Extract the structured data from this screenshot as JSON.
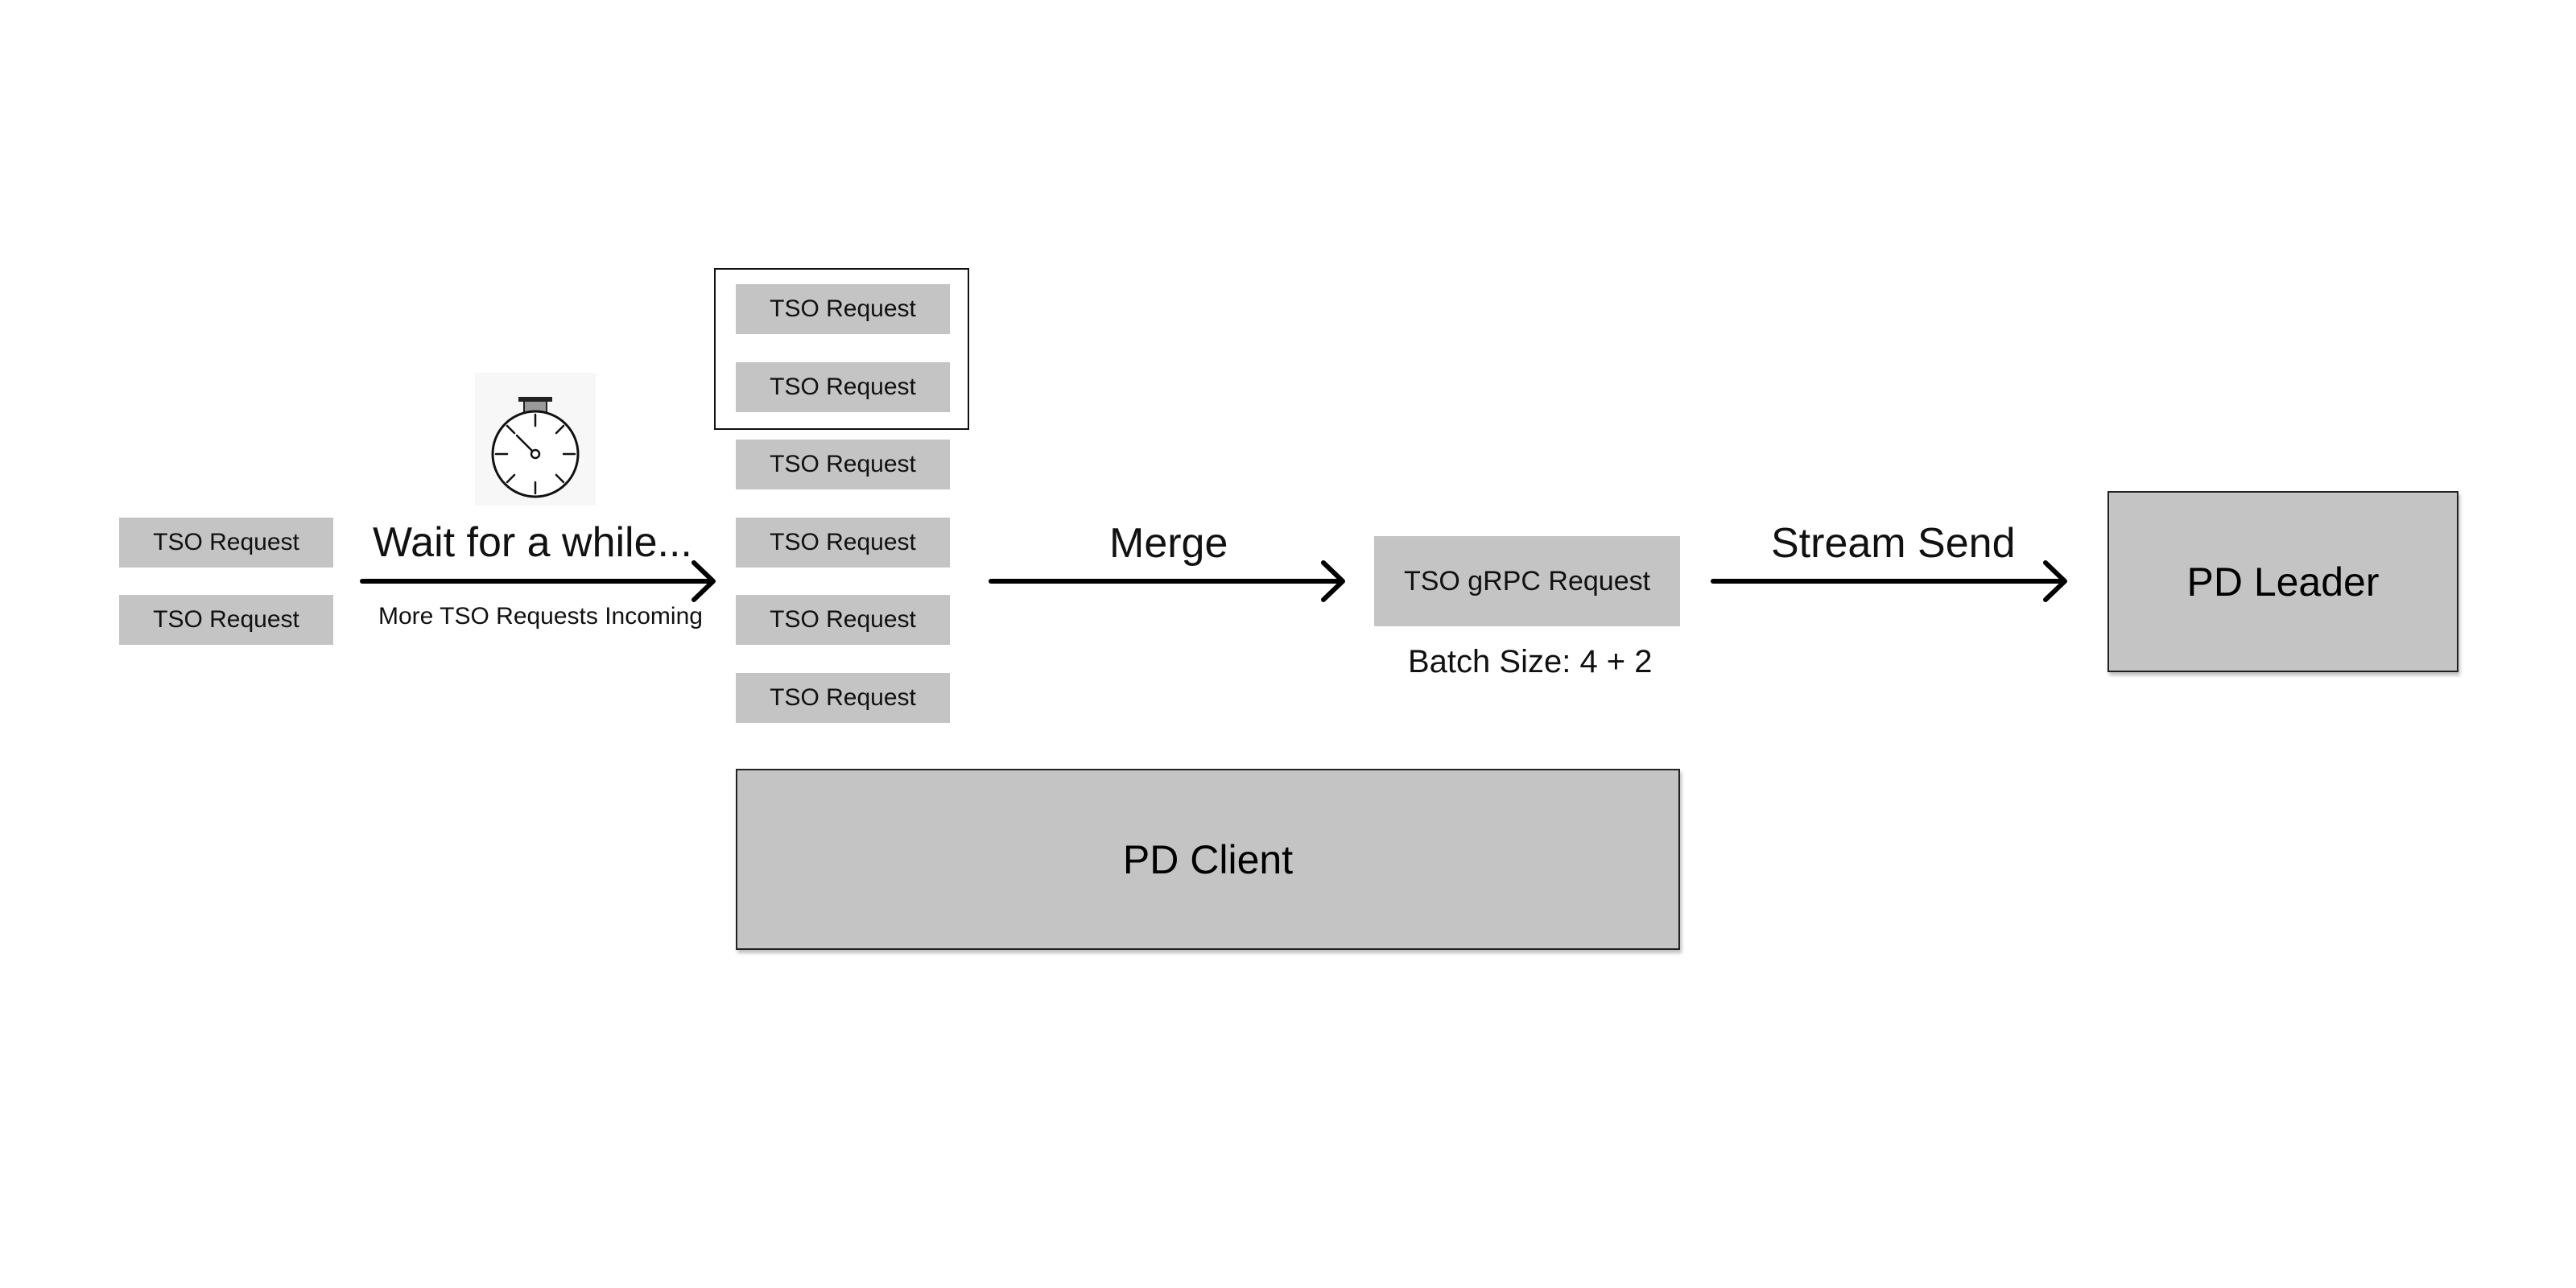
{
  "left_requests": [
    "TSO Request",
    "TSO Request"
  ],
  "column_requests": [
    "TSO Request",
    "TSO Request",
    "TSO Request",
    "TSO Request",
    "TSO Request",
    "TSO Request"
  ],
  "wait_label": "Wait for a while...",
  "incoming_label": "More TSO Requests Incoming",
  "merge_label": "Merge",
  "grpc_request_label": "TSO gRPC Request",
  "batch_size_label": "Batch Size: 4 + 2",
  "stream_send_label": "Stream Send",
  "pd_leader_label": "PD Leader",
  "pd_client_label": "PD Client",
  "icons": {
    "timer": "stopwatch-icon"
  },
  "colors": {
    "box_fill": "#c4c4c4",
    "stroke": "#111111",
    "background": "#ffffff"
  }
}
